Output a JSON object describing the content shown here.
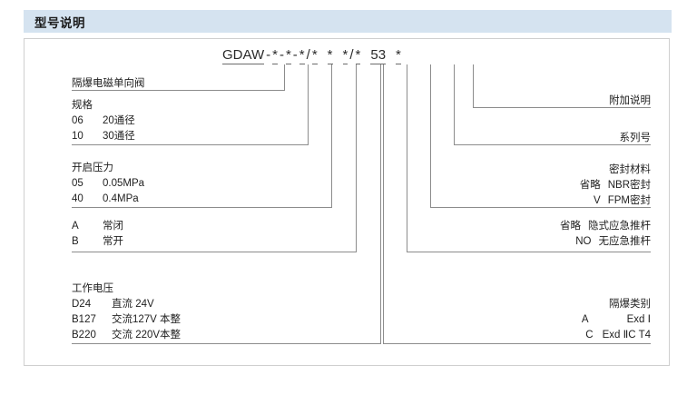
{
  "header": {
    "title": "型号说明"
  },
  "model": {
    "tokens": [
      {
        "text": "GDAW",
        "underline": true
      },
      {
        "text": "-",
        "sep": true
      },
      {
        "text": "*",
        "underline": true
      },
      {
        "text": "-",
        "sep": true
      },
      {
        "text": "*",
        "underline": true
      },
      {
        "text": "-",
        "sep": true
      },
      {
        "text": "*",
        "underline": true
      },
      {
        "text": "/",
        "sep": true
      },
      {
        "text": "*",
        "underline": true
      },
      {
        "text": " ",
        "space": true
      },
      {
        "text": "*",
        "underline": true
      },
      {
        "text": " ",
        "space": true
      },
      {
        "text": "*",
        "underline": true
      },
      {
        "text": "/",
        "sep": true
      },
      {
        "text": "*",
        "underline": true
      },
      {
        "text": " ",
        "space": true
      },
      {
        "text": "53",
        "underline": true
      },
      {
        "text": " ",
        "space": true
      },
      {
        "text": "*",
        "underline": true
      }
    ],
    "full_text": "GDAW-*-*-*/* * */* 53 *"
  },
  "left_labels": {
    "product_name": {
      "title": "隔爆电磁单向阀",
      "rows": []
    },
    "spec": {
      "title": "规格",
      "rows": [
        {
          "code": "06",
          "desc": "20通径"
        },
        {
          "code": "10",
          "desc": "30通径"
        }
      ]
    },
    "pressure": {
      "title": "开启压力",
      "rows": [
        {
          "code": "05",
          "desc": "0.05MPa"
        },
        {
          "code": "40",
          "desc": "0.4MPa"
        }
      ]
    },
    "state": {
      "title": "",
      "rows": [
        {
          "code": "A",
          "desc": "常闭"
        },
        {
          "code": "B",
          "desc": "常开"
        }
      ]
    },
    "voltage": {
      "title": "工作电压",
      "rows": [
        {
          "code": "D24",
          "desc": "直流 24V"
        },
        {
          "code": "B127",
          "desc": "交流127V 本整"
        },
        {
          "code": "B220",
          "desc": "交流 220V本整"
        }
      ]
    }
  },
  "right_labels": {
    "additional": {
      "title": "附加说明",
      "rows": []
    },
    "series": {
      "title": "系列号",
      "rows": []
    },
    "seal": {
      "title": "密封材料",
      "rows": [
        {
          "code": "省略",
          "desc": "NBR密封"
        },
        {
          "code": "V",
          "desc": "FPM密封"
        }
      ]
    },
    "pushrod": {
      "title": "",
      "rows": [
        {
          "code": "省略",
          "desc": "隐式应急推杆"
        },
        {
          "code": "NO",
          "desc": "无应急推杆"
        }
      ]
    },
    "exd": {
      "title": "隔爆类别",
      "rows": [
        {
          "code": "A",
          "desc": "Exd Ⅰ"
        },
        {
          "code": "C",
          "desc": "Exd ⅡC T4"
        }
      ]
    }
  },
  "colors": {
    "header_bg": "#d5e3f0",
    "panel_border": "#cfcfcf",
    "line": "#8c8c8c",
    "text": "#1f1f1f"
  }
}
